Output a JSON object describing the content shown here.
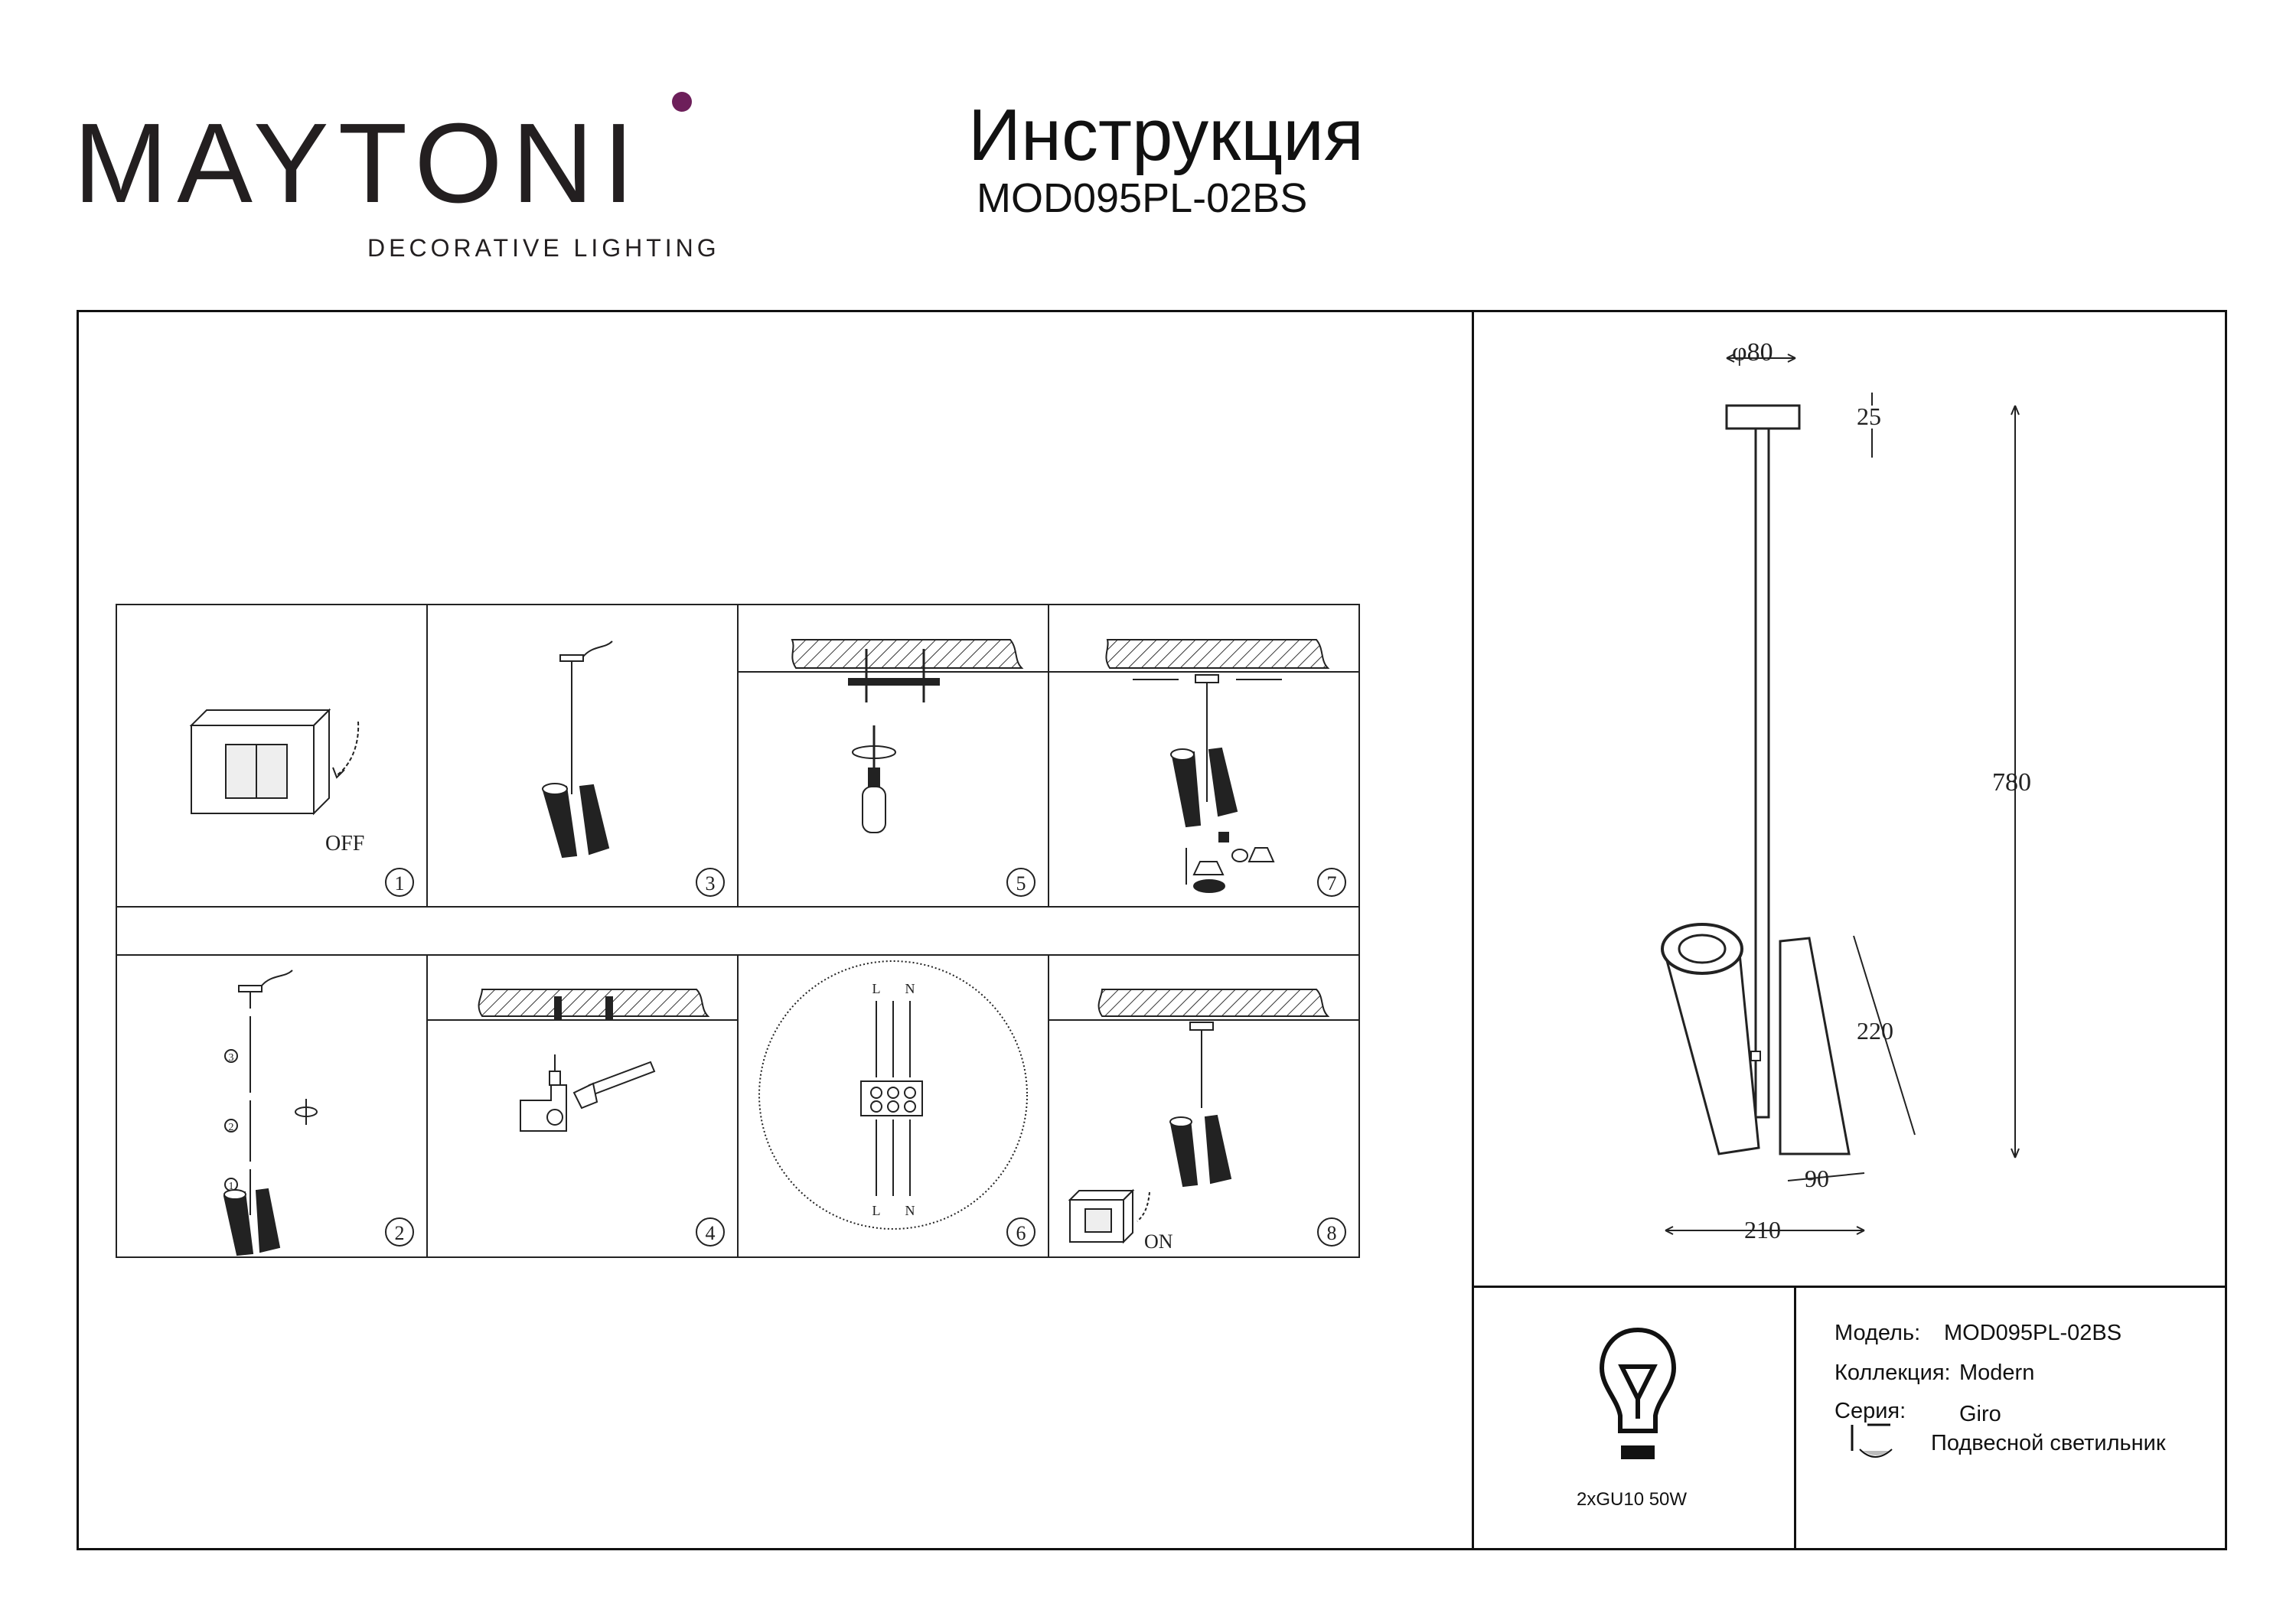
{
  "brand": {
    "name": "MAYTONI",
    "tagline": "DECORATIVE LIGHTING",
    "dot_color": "#6d1f5a"
  },
  "header": {
    "title": "Инструкция",
    "model": "MOD095PL-02BS"
  },
  "steps": [
    {
      "num": "1",
      "label": "OFF"
    },
    {
      "num": "3",
      "label": ""
    },
    {
      "num": "5",
      "label": ""
    },
    {
      "num": "7",
      "label": ""
    },
    {
      "num": "2",
      "label": ""
    },
    {
      "num": "4",
      "label": ""
    },
    {
      "num": "6",
      "label": ""
    },
    {
      "num": "8",
      "label": "ON"
    }
  ],
  "step2_markers": [
    "3",
    "2",
    "1"
  ],
  "terminal_labels": [
    "L",
    "N"
  ],
  "dimensions": {
    "diameter": "φ80",
    "canopy_height": "25",
    "total_height": "780",
    "shade_length": "220",
    "shade_width": "90",
    "overall_width": "210"
  },
  "lamp": {
    "spec": "2xGU10 50W"
  },
  "specs": {
    "model_label": "Модель:",
    "model_value": "MOD095PL-02BS",
    "collection_label": "Коллекция:",
    "collection_value": "Modern",
    "series_label": "Серия:",
    "series_value": "Giro",
    "type_value": "Подвесной светильник"
  }
}
